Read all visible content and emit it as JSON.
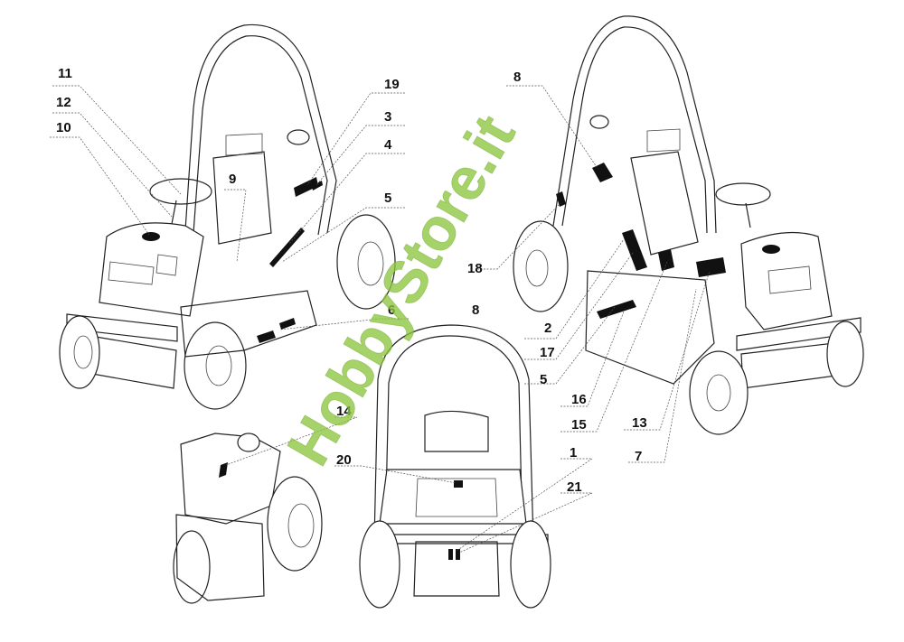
{
  "watermark": "HobbyStore.it",
  "callouts": {
    "c1": "1",
    "c2": "2",
    "c3": "3",
    "c4": "4",
    "c5a": "5",
    "c5b": "5",
    "c6": "6",
    "c7": "7",
    "c8a": "8",
    "c8b": "8",
    "c9": "9",
    "c10": "10",
    "c11": "11",
    "c12": "12",
    "c13": "13",
    "c14": "14",
    "c15": "15",
    "c16": "16",
    "c17": "17",
    "c18": "18",
    "c19": "19",
    "c20": "20",
    "c21": "21"
  },
  "colors": {
    "line": "#222222",
    "decal": "#111111",
    "watermark": "#8dc63f"
  }
}
